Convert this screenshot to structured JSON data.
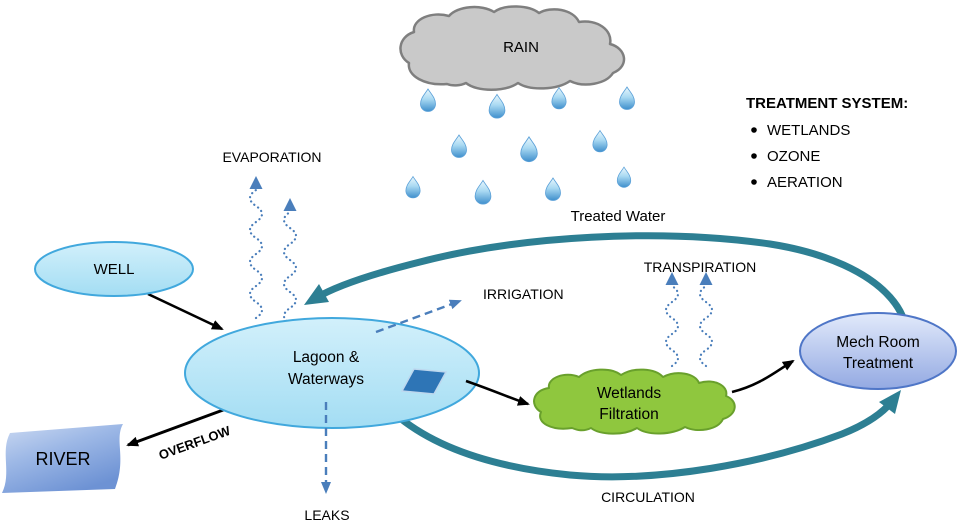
{
  "diagram": {
    "rain_label": "RAIN",
    "evaporation_label": "EVAPORATION",
    "transpiration_label": "TRANSPIRATION",
    "treated_water_label": "Treated Water",
    "circulation_label": "CIRCULATION",
    "irrigation_label": "IRRIGATION",
    "leaks_label": "LEAKS",
    "overflow_label": "OVERFLOW",
    "well_label": "WELL",
    "river_label": "RIVER",
    "lagoon_line1": "Lagoon &",
    "lagoon_line2": "Waterways",
    "wetlands_line1": "Wetlands",
    "wetlands_line2": "Filtration",
    "mech_line1": "Mech Room",
    "mech_line2": "Treatment"
  },
  "treatment_system": {
    "heading": "TREATMENT SYSTEM:",
    "items": [
      "WETLANDS",
      "OZONE",
      "AERATION"
    ]
  },
  "colors": {
    "teal_loop": "#2d7f93",
    "dashed_arrow_blue": "#4a7ebb",
    "cloud_gray": "#c9c9c9",
    "cloud_gray_stroke": "#7f7f7f",
    "water_blue_fill": "#b5e6f7",
    "water_blue_stroke": "#41a8dd",
    "wetlands_green": "#8fc73e",
    "wetlands_green_stroke": "#69a02c",
    "mech_blue_stroke": "#4f76c7",
    "pump_blue": "#2e75b6",
    "black": "#000000"
  }
}
